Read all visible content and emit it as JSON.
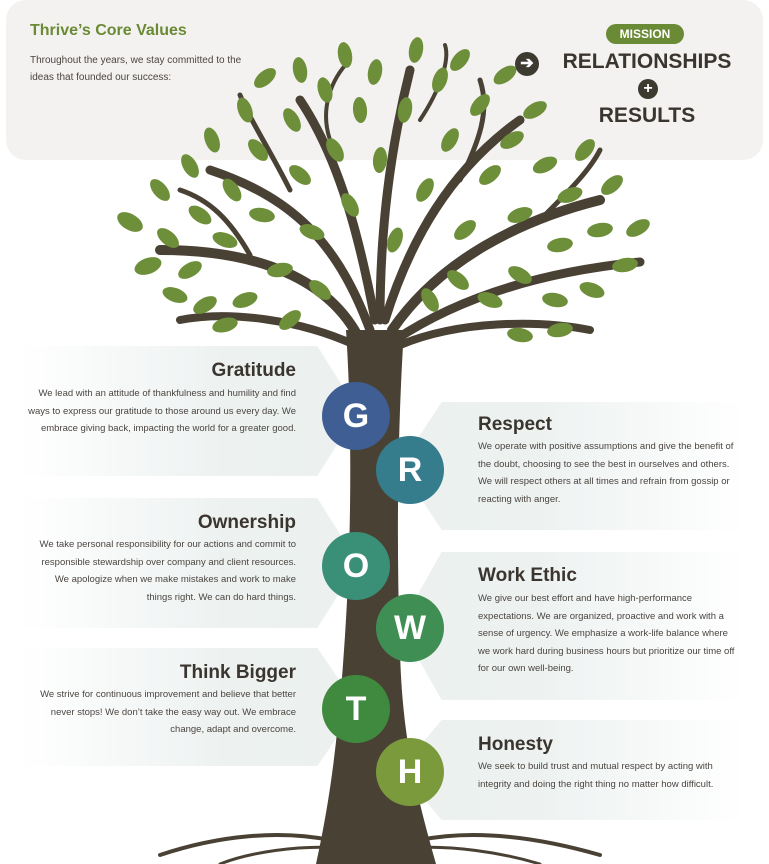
{
  "header": {
    "title": "Thrive’s Core Values",
    "intro": "Throughout the years, we stay committed to the ideas that founded our success:",
    "arrow_icon": "arrow-right-icon",
    "mission_badge": "MISSION",
    "relationships": "RELATIONSHIPS",
    "plus_icon": "plus-icon",
    "results": "RESULTS"
  },
  "colors": {
    "green_accent": "#6b8a35",
    "trunk": "#4a4135",
    "leaf": "#6e8f3a",
    "G": "#3f5e93",
    "R": "#357c8d",
    "O": "#3a8f77",
    "W": "#3f8f55",
    "T": "#3f8a3f",
    "H": "#7a9a3b"
  },
  "values": {
    "gratitude": {
      "heading": "Gratitude",
      "text": "We lead with an attitude of thankfulness and humility and find ways to express our gratitude to those around us every day. We embrace giving back, impacting the world for a greater good."
    },
    "respect": {
      "heading": "Respect",
      "text": "We operate with positive assumptions and give the benefit of the doubt, choosing to see the best in ourselves and others. We will respect others at all times and refrain from gossip or reacting with anger."
    },
    "ownership": {
      "heading": "Ownership",
      "text": "We take personal responsibility for our actions and commit to responsible stewardship over company and client resources. We apologize when we make mistakes and work to make things right. We can do hard things."
    },
    "work_ethic": {
      "heading": "Work Ethic",
      "text": "We give our best effort and have high-performance expectations. We are organized, proactive and work with a sense of urgency. We emphasize a work-life balance where we work hard during business hours but prioritize our time off for our own well-being."
    },
    "think_bigger": {
      "heading": "Think Bigger",
      "text": "We strive for continuous improvement and believe that better never stops! We don’t take the easy way out. We embrace change, adapt and overcome."
    },
    "honesty": {
      "heading": "Honesty",
      "text": "We seek to build trust and mutual respect by acting with integrity and doing the right thing no matter how difficult."
    }
  },
  "letters": [
    "G",
    "R",
    "O",
    "W",
    "T",
    "H"
  ]
}
